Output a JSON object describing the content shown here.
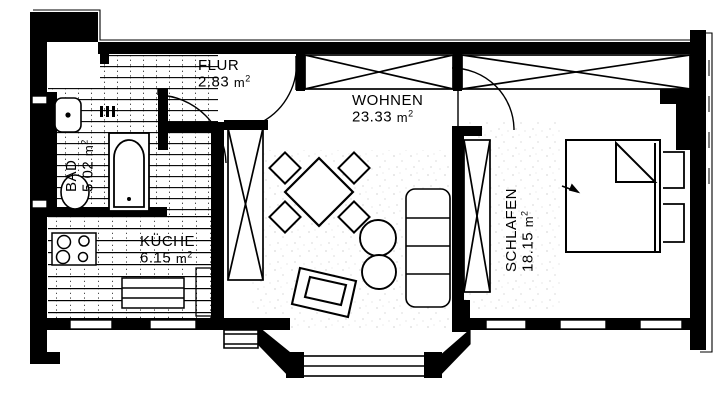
{
  "document": {
    "type": "architectural-floor-plan",
    "language": "de",
    "line_color": "#000000",
    "background_color": "#ffffff",
    "hatch_color": "#000000"
  },
  "rooms": [
    {
      "id": "flur",
      "name": "FLUR",
      "area_value": "2.83",
      "unit": "m",
      "unit_exponent": "2",
      "orientation": "horizontal"
    },
    {
      "id": "wohnen",
      "name": "WOHNEN",
      "area_value": "23.33",
      "unit": "m",
      "unit_exponent": "2",
      "orientation": "horizontal"
    },
    {
      "id": "schlafen",
      "name": "SCHLAFEN",
      "area_value": "18.15",
      "unit": "m",
      "unit_exponent": "2",
      "orientation": "vertical"
    },
    {
      "id": "kueche",
      "name": "KÜCHE",
      "area_value": "6.15",
      "unit": "m",
      "unit_exponent": "2",
      "orientation": "horizontal"
    },
    {
      "id": "bad",
      "name": "BAD",
      "area_value": "5.02",
      "unit": "m",
      "unit_exponent": "2",
      "orientation": "vertical"
    }
  ],
  "fixtures": {
    "bathroom": [
      "sink-fixture",
      "toilet-fixture",
      "bathtub-fixture"
    ],
    "kitchen": [
      "stove-fixture",
      "counter-fixture",
      "cabinet-fixture"
    ],
    "living": [
      "dining-table-fixture",
      "dining-chair-fixture",
      "armchair-fixture",
      "round-table-fixture",
      "radiator-fixture"
    ],
    "bedroom": [
      "bed-fixture",
      "nightstand-fixture"
    ]
  },
  "openings": {
    "windows": [
      "window-top-left",
      "window-top-center",
      "window-top-right",
      "window-bay-bottom",
      "window-left"
    ],
    "doors": [
      "door-flur-wohnen",
      "door-wohnen-schlafen",
      "door-flur-bad",
      "door-entry"
    ]
  }
}
